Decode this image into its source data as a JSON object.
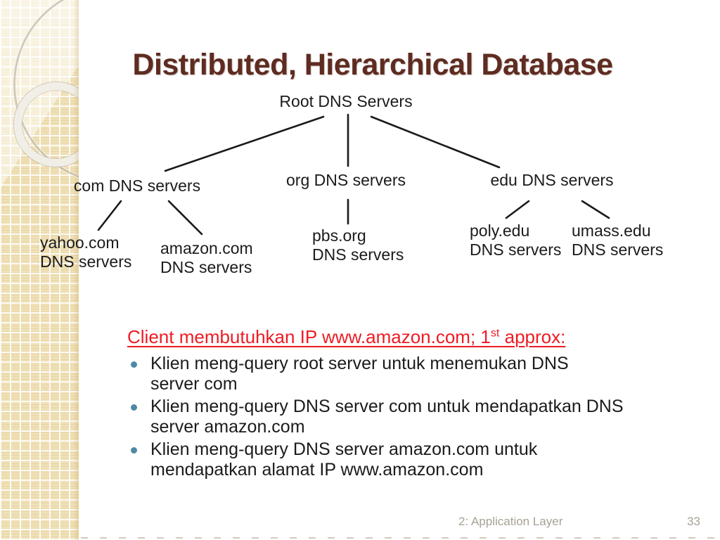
{
  "slide": {
    "title": "Distributed, Hierarchical Database",
    "footer": {
      "section": "2: Application Layer",
      "page": "33"
    }
  },
  "diagram": {
    "nodes": {
      "root": {
        "label": "Root DNS Servers"
      },
      "com": {
        "label": "com DNS servers"
      },
      "org": {
        "label": "org DNS servers"
      },
      "edu": {
        "label": "edu DNS servers"
      },
      "yahoo": {
        "label": "yahoo.com\nDNS servers"
      },
      "amazon": {
        "label": "amazon.com\nDNS servers"
      },
      "pbs": {
        "label": "pbs.org\nDNS servers"
      },
      "poly": {
        "label": "poly.edu\nDNS servers"
      },
      "umass": {
        "label": "umass.edu\nDNS servers"
      }
    },
    "edges": [
      [
        460,
        166,
        235,
        243
      ],
      [
        495,
        163,
        495,
        236
      ],
      [
        528,
        166,
        710,
        238
      ],
      [
        172,
        286,
        140,
        327
      ],
      [
        240,
        286,
        287,
        333
      ],
      [
        495,
        284,
        495,
        318
      ],
      [
        752,
        286,
        720,
        310
      ],
      [
        828,
        286,
        866,
        310
      ]
    ]
  },
  "body": {
    "heading": {
      "prefix": "Client membutuhkan IP www.amazon.com; 1",
      "sup": "st",
      "suffix": " approx:"
    },
    "bullets": [
      {
        "text": "Klien meng-query root server untuk menemukan DNS\nserver com"
      },
      {
        "text": "Klien meng-query DNS server com untuk mendapatkan DNS\nserver amazon.com"
      },
      {
        "text": "Klien meng-query DNS server amazon.com untuk\nmendapatkan alamat IP www.amazon.com"
      }
    ]
  },
  "colors": {
    "title": "#5f2c21",
    "text": "#1b1b1b",
    "accent_red": "#ee1c24",
    "bullet": "#4e89a4",
    "footer": "#a8a294",
    "line": "#1a1a1a",
    "sidebar_base": "#efe0b5"
  }
}
